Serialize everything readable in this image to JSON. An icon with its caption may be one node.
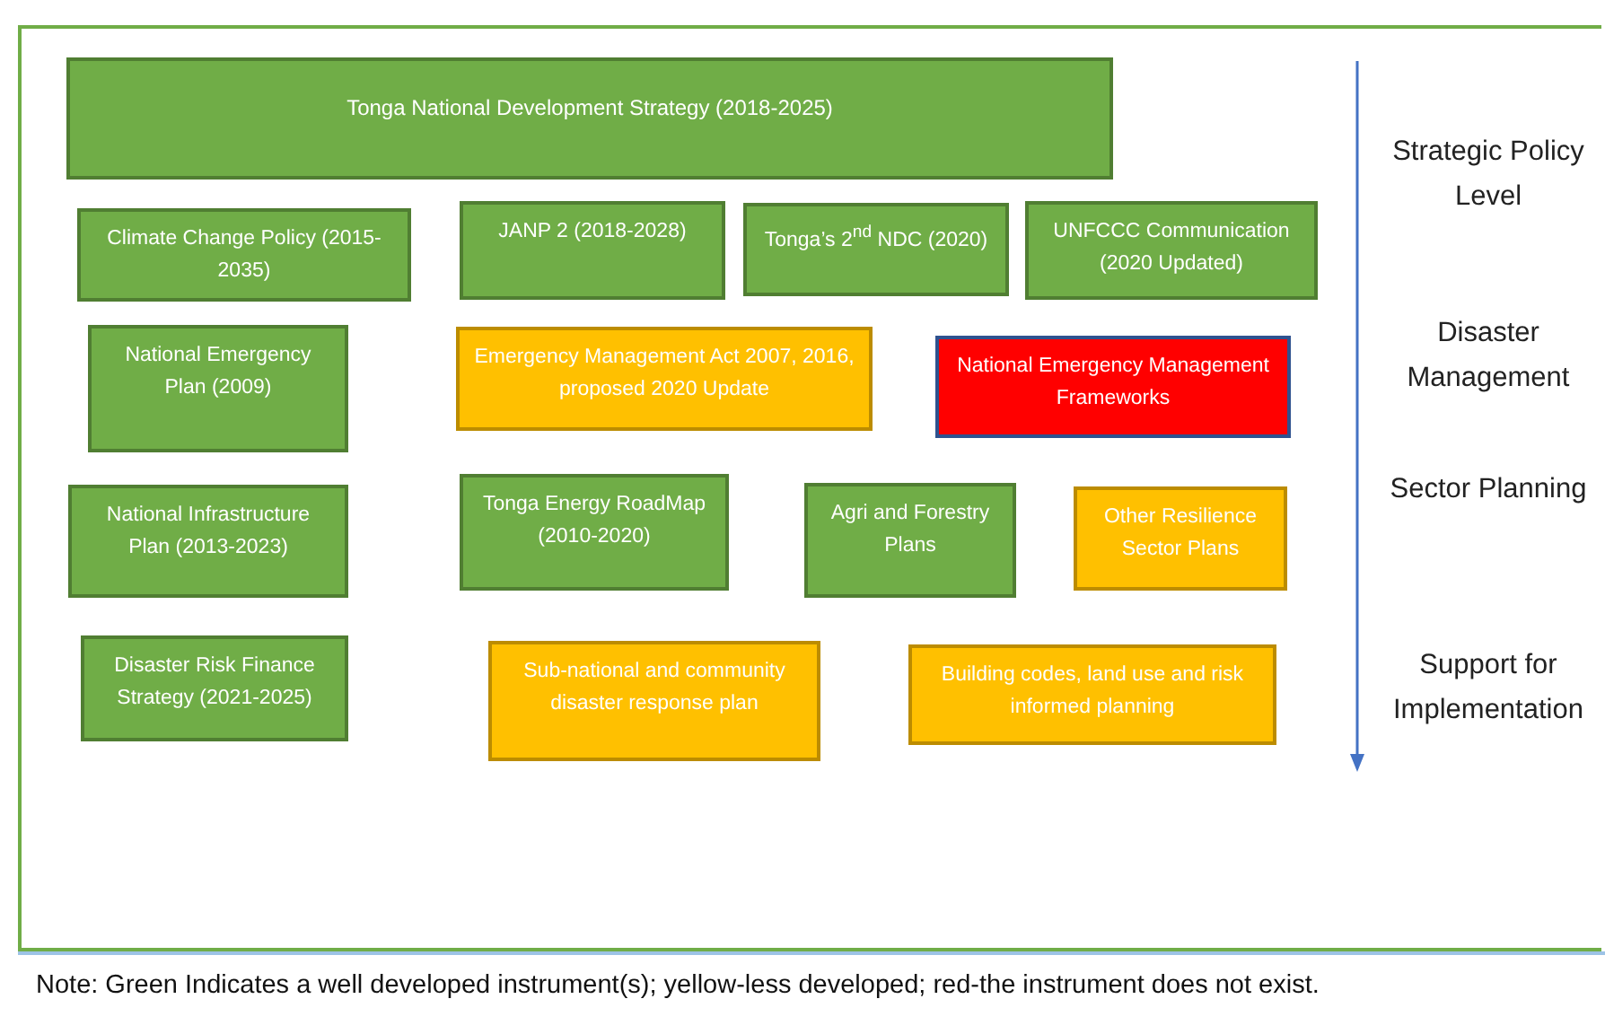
{
  "diagram": {
    "caption": "Note: Green Indicates a well developed instrument(s); yellow-less developed; red-the instrument does not exist.",
    "nodes": [
      {
        "text": [
          "Tonga National Development Strategy (2018-2025)"
        ]
      },
      {
        "text": [
          "Climate Change Policy (2015-2035)"
        ]
      },
      {
        "text": [
          "JANP 2 (2018-2028)"
        ]
      },
      {
        "text": [
          "Tonga’s 2$^{nd}$ NDC (2020)"
        ]
      },
      {
        "text": [
          "UNFCCC Communication (2020 Updated)"
        ]
      },
      {
        "text": [
          "National Emergency Plan (2009)"
        ]
      },
      {
        "text": [
          "Emergency Management Act 2007, 2016, proposed 2020 Update"
        ]
      },
      {
        "text": [
          "National Emergency Management Frameworks"
        ]
      },
      {
        "text": [
          "National Infrastructure Plan (2013-2023)"
        ]
      },
      {
        "text": [
          "Tonga Energy RoadMap (2010-2020)"
        ]
      },
      {
        "text": [
          "Agri and Forestry Plans"
        ]
      },
      {
        "text": [
          "Other Resilience Sector Plans"
        ]
      },
      {
        "text": [
          "Disaster Risk Finance Strategy (2021-2025)"
        ]
      },
      {
        "text": [
          "Sub-national and community disaster response plan"
        ]
      },
      {
        "text": [
          "Building codes, land use and risk informed planning"
        ]
      }
    ],
    "labels": [
      "Strategic Policy Level",
      "Disaster Management",
      "Sector Planning",
      "Support for Implementation"
    ]
  }
}
